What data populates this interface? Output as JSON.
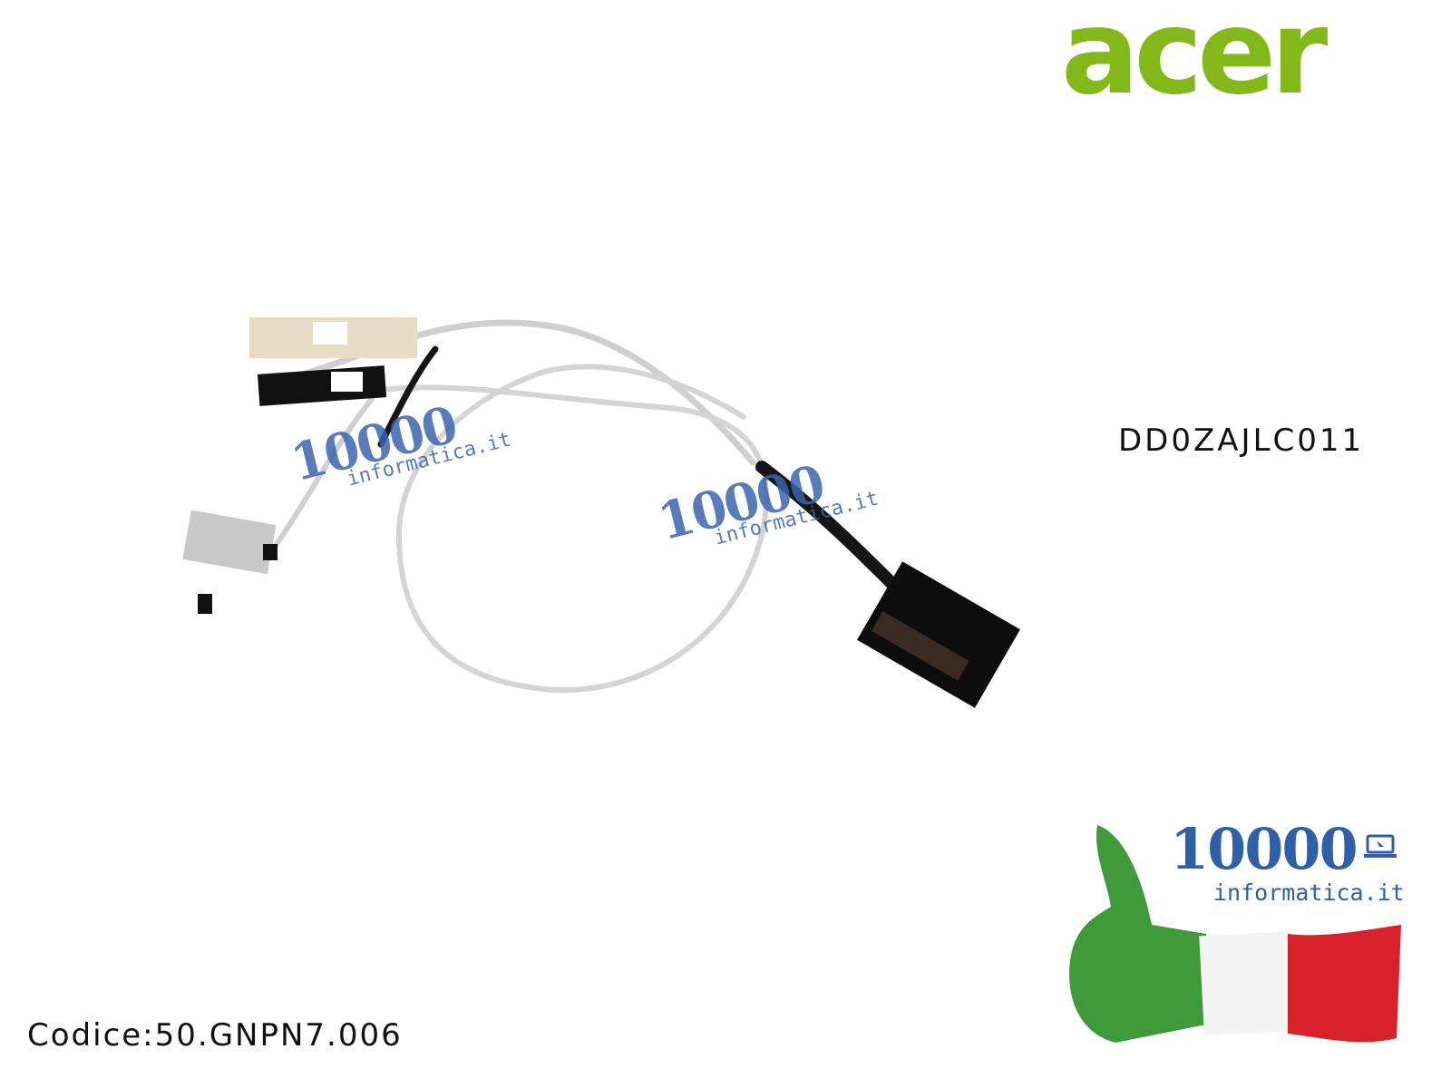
{
  "brand": {
    "logo_text": "acer",
    "color": "#83b81a"
  },
  "product": {
    "part_number": "DD0ZAJLC011",
    "code_label": "Codice:50.GNPN7.006"
  },
  "watermark": {
    "number": "10000",
    "site": "informatica.it",
    "color": "#3a64b0"
  },
  "badge": {
    "number": "10000",
    "site": "informatica.it",
    "colors": {
      "green": "#3f9a3a",
      "white": "#f4f4f4",
      "red": "#d8212b"
    }
  }
}
